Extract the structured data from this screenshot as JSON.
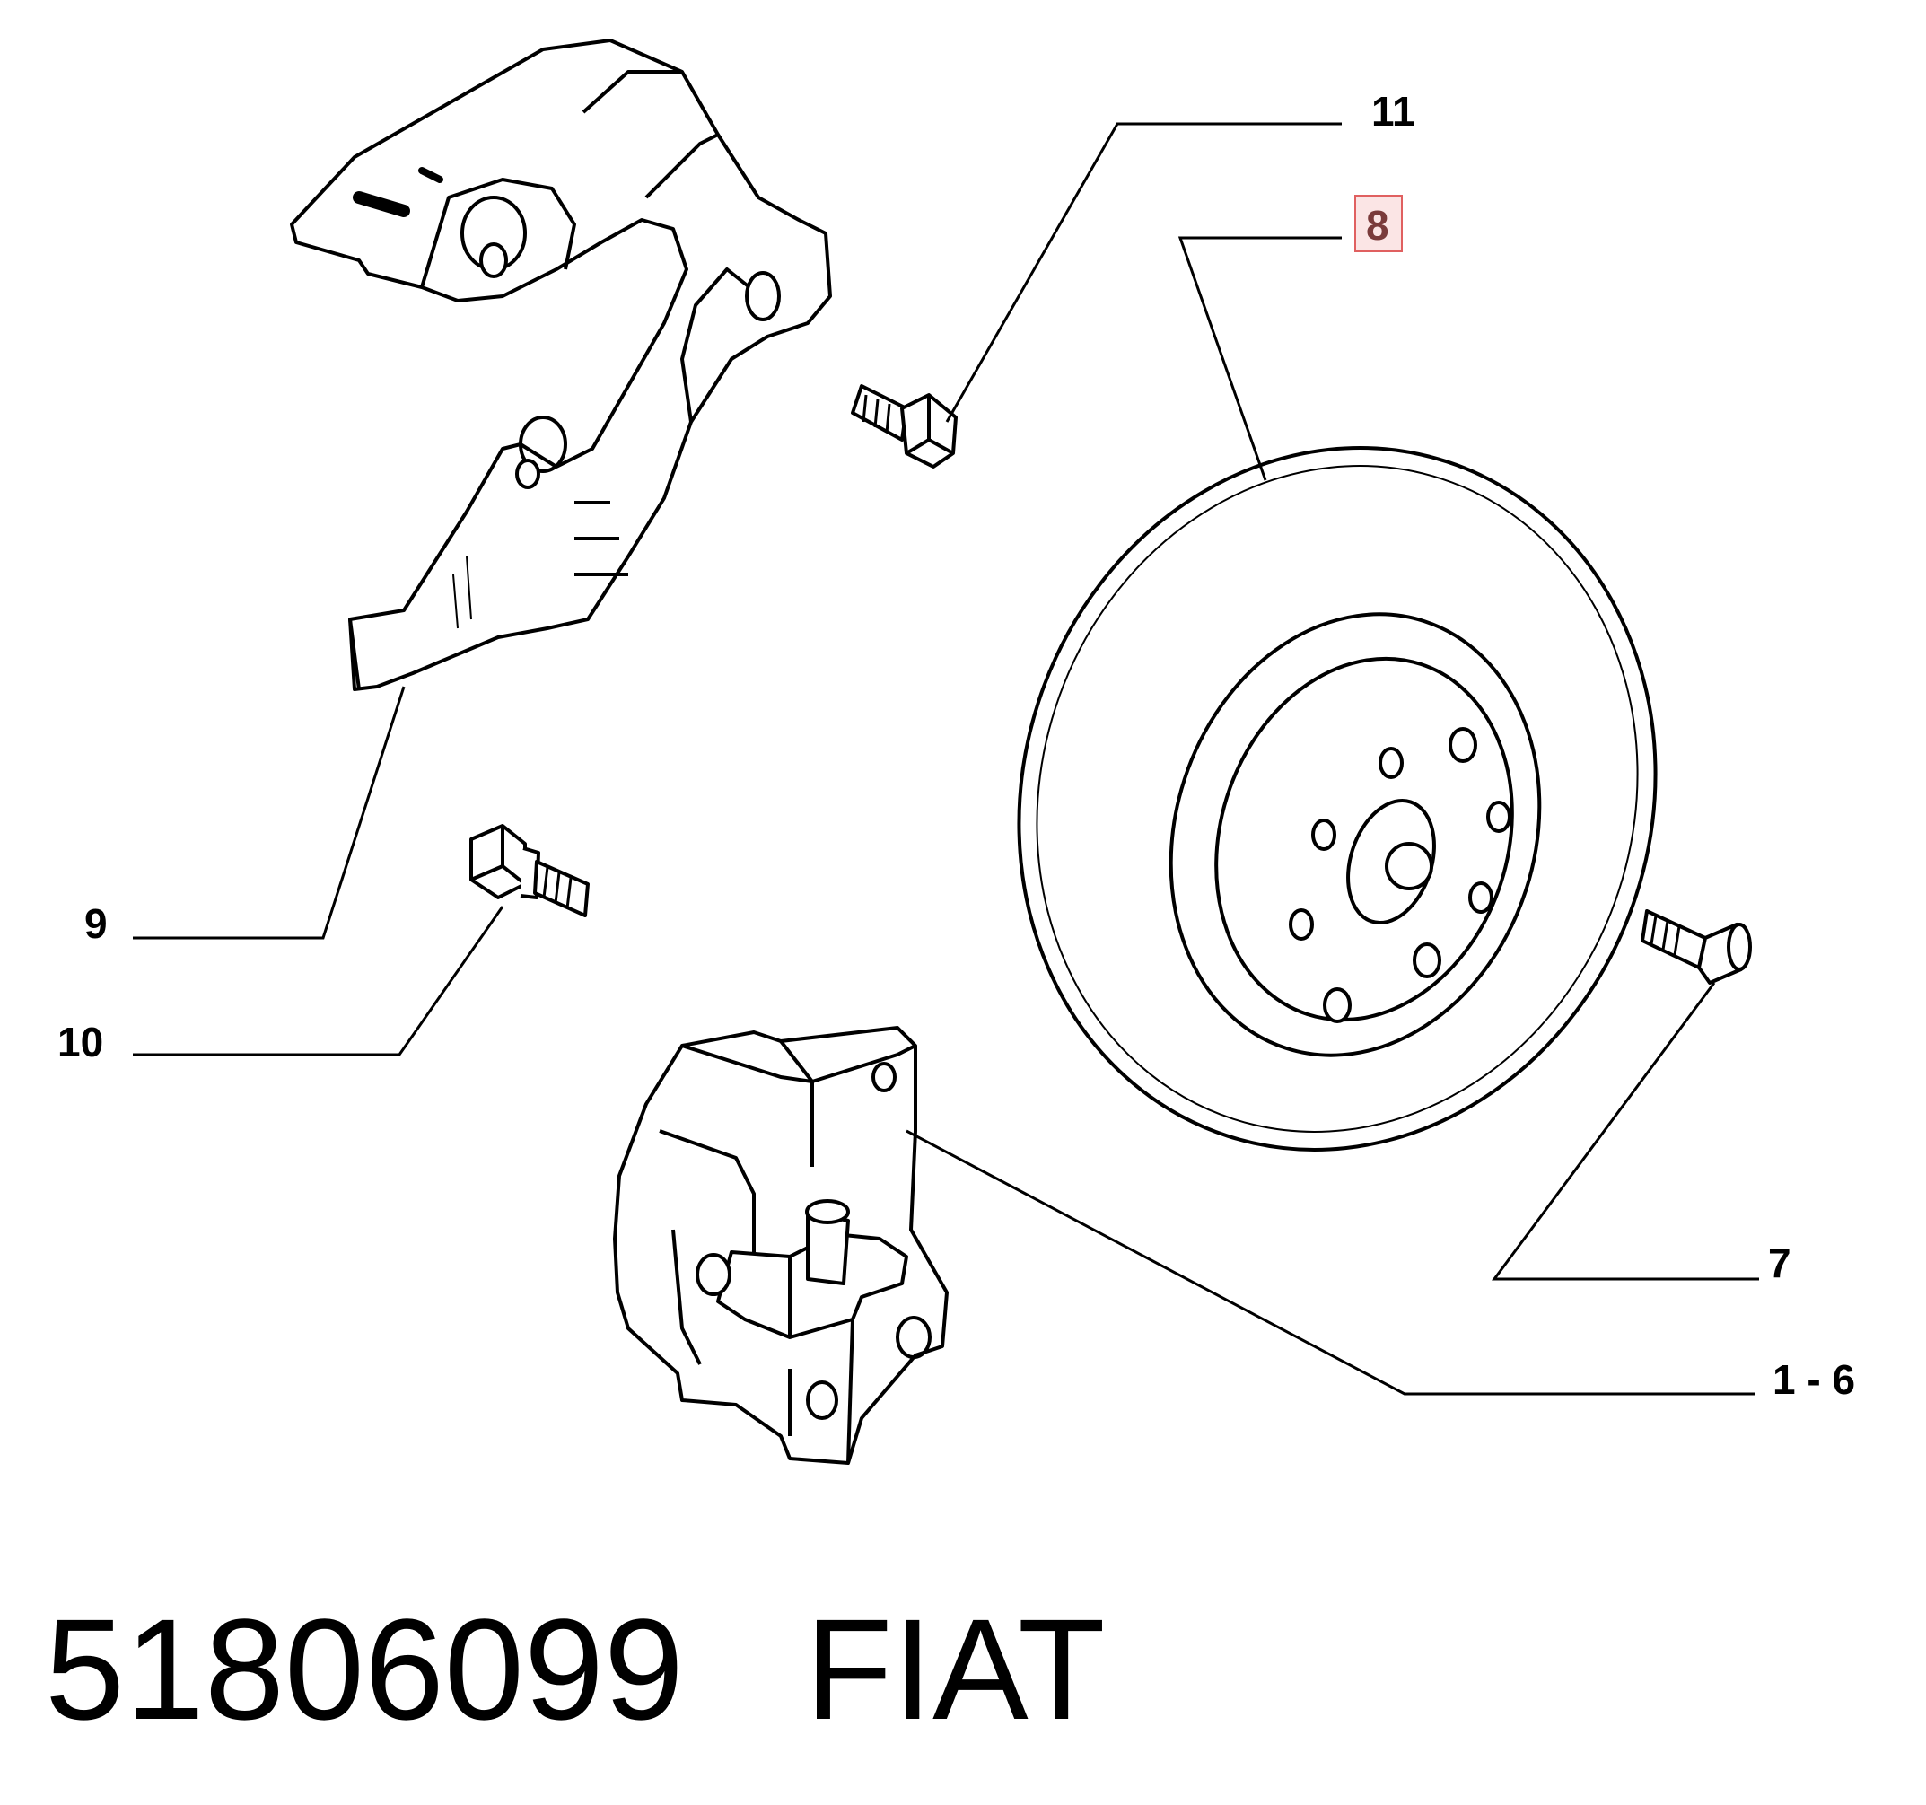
{
  "callouts": {
    "c11": "11",
    "c8": "8",
    "c9": "9",
    "c10": "10",
    "c7": "7",
    "c1_6": "1 - 6"
  },
  "highlighted_callout": "8",
  "footer": {
    "part_number": "51806099",
    "brand": "FIAT"
  },
  "colors": {
    "line": "#000000",
    "highlight_box_fill": "#fbe5e5",
    "highlight_box_stroke": "#e06060",
    "highlight_text": "#7a3b3b",
    "background": "#ffffff"
  }
}
